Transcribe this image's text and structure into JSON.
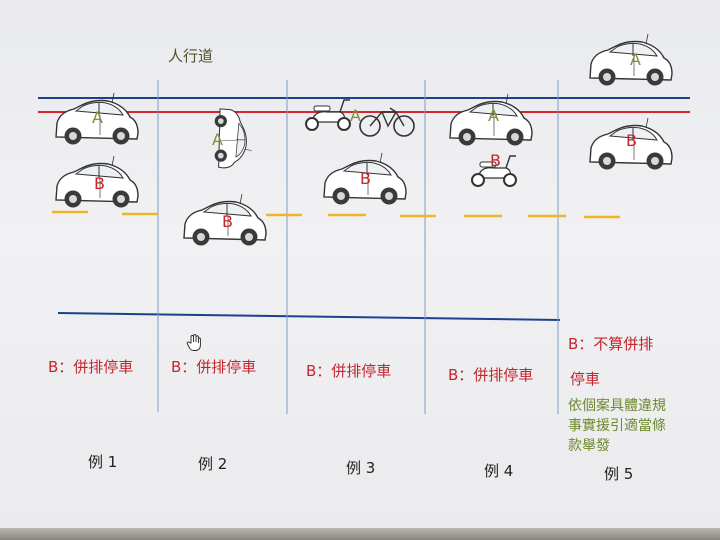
{
  "title": "人行道",
  "cars": {
    "label_a": "A",
    "label_b": "B"
  },
  "examples": [
    {
      "name": "例 1",
      "result": "B：併排停車"
    },
    {
      "name": "例 2",
      "result": "B：併排停車"
    },
    {
      "name": "例 3",
      "result": "B：併排停車"
    },
    {
      "name": "例 4",
      "result": "B：併排停車"
    },
    {
      "name": "例 5",
      "result_line1": "B：不算併排",
      "result_line2": "停車",
      "note_lines": [
        "依個案具體違規",
        "事實援引適當條",
        "款舉發"
      ]
    }
  ],
  "colors": {
    "sidewalk_line": "#1f3f8f",
    "red_line": "#d5262f",
    "lane_dash": "#f0b429",
    "divider": "#7f9cc6",
    "label_red": "#c4262e",
    "label_green": "#7f8f3a",
    "note_green": "#6f8a2e"
  }
}
